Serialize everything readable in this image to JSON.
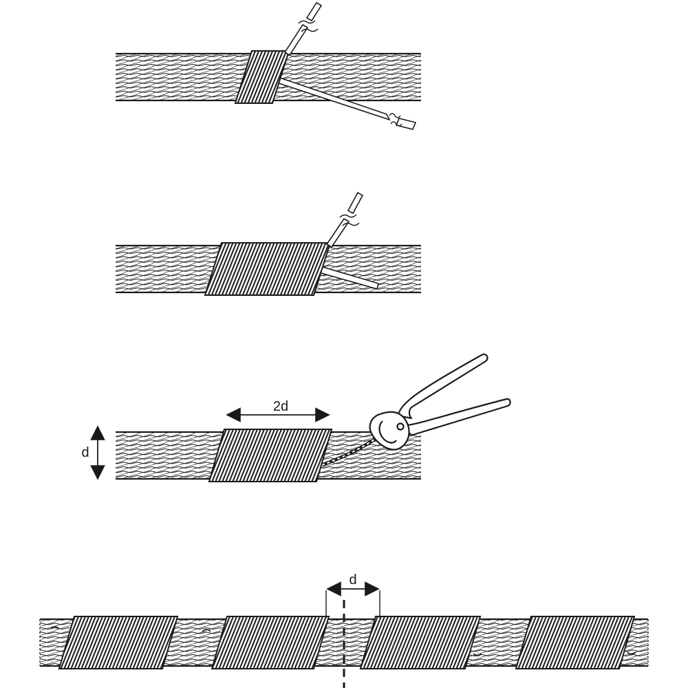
{
  "labels": {
    "binding_length": "2d",
    "rope_diameter": "d",
    "gap_length": "d"
  },
  "colors": {
    "ink": "#1a1a1a",
    "paper": "#ffffff"
  }
}
